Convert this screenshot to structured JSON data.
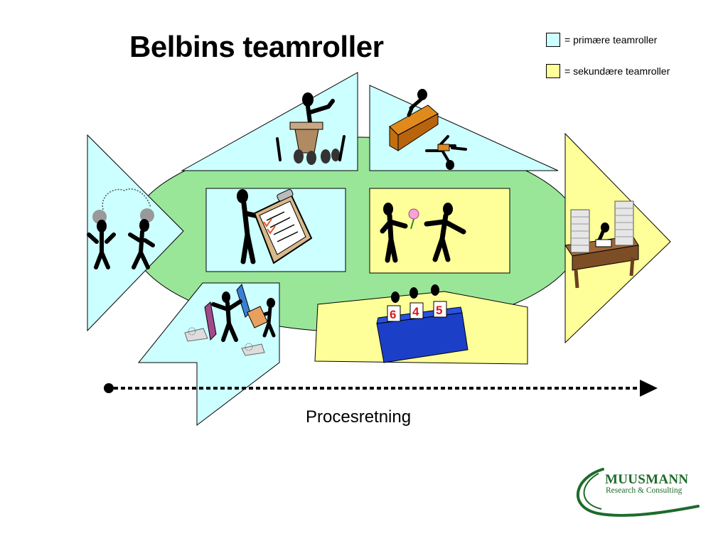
{
  "title": "Belbins teamroller",
  "legend": [
    {
      "label": "= primære teamroller",
      "color": "#ccffff"
    },
    {
      "label": "= sekundære teamroller",
      "color": "#ffff99"
    }
  ],
  "process_label": "Procesretning",
  "cards": [
    "6",
    "4",
    "5"
  ],
  "logo": {
    "name": "MUUSMANN",
    "tagline": "Research & Consulting",
    "color": "#1e6b2a"
  },
  "colors": {
    "primary": "#ccffff",
    "secondary": "#ffff99",
    "ellipse": "#99e699"
  }
}
